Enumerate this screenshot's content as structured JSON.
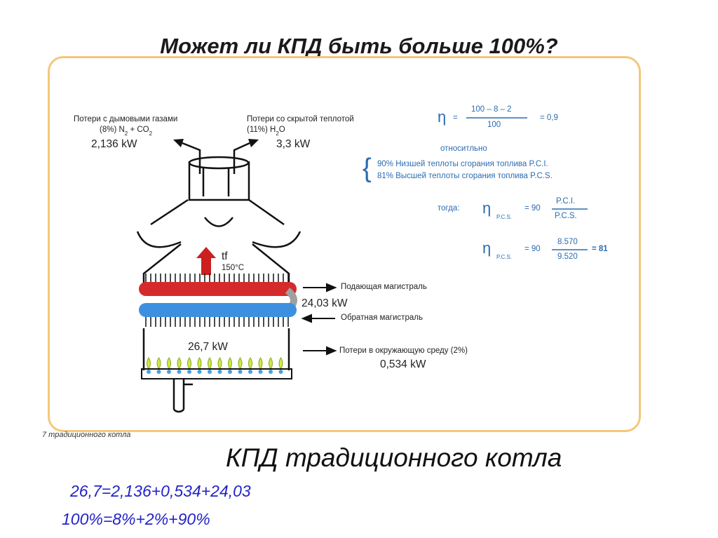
{
  "title": "Может ли КПД быть больше 100%?",
  "diagram": {
    "flue_loss": {
      "line1": "Потери с дымовыми газами",
      "line2_a": "(8%) N",
      "line2_sub1": "2",
      "line2_b": "+ CO",
      "line2_sub2": "2",
      "value": "2,136 kW"
    },
    "latent_loss": {
      "line1": "Потери со скрытой теплотой",
      "line2_a": "(11%) H",
      "line2_sub": "2",
      "line2_b": "O",
      "value": "3,3 kW"
    },
    "tf_label": "tf",
    "tf_temp": "150°C",
    "supply_line": "Подающая магистраль",
    "useful_power": "24,03 kW",
    "return_line": "Обратная магистраль",
    "burner_power": "26,7 kW",
    "env_loss": {
      "label": "Потери в окружающую среду (2%)",
      "value": "0,534 kW"
    },
    "colors": {
      "supply": "#d62a2a",
      "return": "#3d8fe0",
      "arrow": "#cc1f1f",
      "formula": "#2b6cb0",
      "frame": "#f5c77a"
    }
  },
  "formulas": {
    "eta": "η",
    "eq": "=",
    "numerator": "100 – 8 – 2",
    "denominator": "100",
    "result": "= 0,9",
    "relative": "относитльно",
    "bracket": "{",
    "pci_line": "90% Низшей теплоты сгорания топлива P.C.I.",
    "pcs_line": "81% Высшей теплоты сгорания топлива P.C.S.",
    "then": "тогда:",
    "pcs_sub": "P.C.S.",
    "eq90": "= 90",
    "frac2_num": "P.C.I.",
    "frac2_den": "P.C.S.",
    "frac3_num": "8.570",
    "frac3_den": "9.520",
    "final": "= 81"
  },
  "fragment_text": "7 традиционного котла",
  "subtitle": "КПД традиционного котла",
  "calc_line1": "26,7=2,136+0,534+24,03",
  "calc_line2": "100%=8%+2%+90%"
}
